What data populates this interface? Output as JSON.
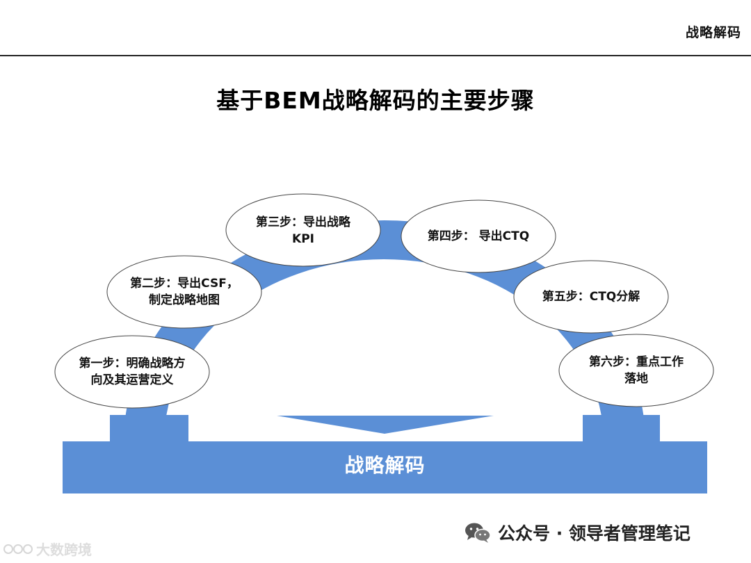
{
  "header": {
    "label": "战略解码"
  },
  "title": "基于BEM战略解码的主要步骤",
  "steps": [
    {
      "line1": "第一步：明确战略方",
      "line2": "向及其运营定义"
    },
    {
      "line1": "第二步：导出CSF，",
      "line2": "制定战略地图"
    },
    {
      "line1": "第三步：导出战略",
      "line2": "KPI"
    },
    {
      "line1": "第四步： 导出CTQ"
    },
    {
      "line1": "第五步：CTQ分解"
    },
    {
      "line1": "第六步：重点工作",
      "line2": "落地"
    }
  ],
  "base": {
    "label": "战略解码"
  },
  "footer": {
    "wechat_text": "公众号 · 领导者管理笔记",
    "watermark_text": "大数跨境"
  },
  "colors": {
    "arch_blue": "#5b8fd6",
    "ellipse_stroke": "#444444",
    "text": "#111111"
  }
}
